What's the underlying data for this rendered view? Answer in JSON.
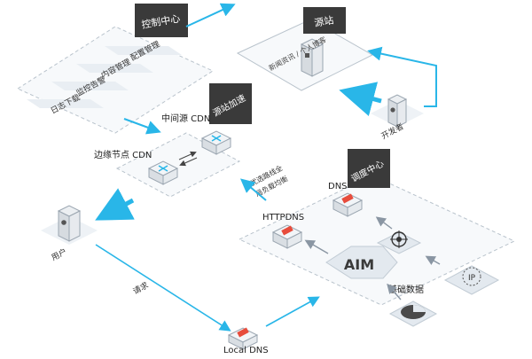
{
  "control_center": {
    "title": "控制中心",
    "items": [
      "配置管理",
      "内容管理",
      "监控告警",
      "日志下载"
    ]
  },
  "origin_site": {
    "title": "源站",
    "content_label": "新闻资讯 / 个人博客"
  },
  "developer": {
    "label": "开发者"
  },
  "origin_acceleration": {
    "title": "源站加速"
  },
  "mid_origin_cdn": {
    "label": "中间源 CDN"
  },
  "edge_node_cdn": {
    "label": "边缘节点 CDN"
  },
  "scheduling_center": {
    "title": "调度中心"
  },
  "dns": {
    "label": "DNS"
  },
  "httpdns": {
    "label": "HTTPDNS"
  },
  "aim": {
    "label": "AIM"
  },
  "base_data": {
    "label": "基础数据"
  },
  "ip_icon": {
    "label": "IP"
  },
  "route_note": {
    "line1": "优选路线全",
    "line2": "局负载均衡"
  },
  "user": {
    "label": "用户"
  },
  "request": {
    "label": "请求"
  },
  "local_dns": {
    "label": "Local DNS"
  },
  "colors": {
    "accent": "#29b6e8",
    "dark": "#3a3a3a",
    "platform": "#eef3f7",
    "dash": "#b9c3cc"
  }
}
